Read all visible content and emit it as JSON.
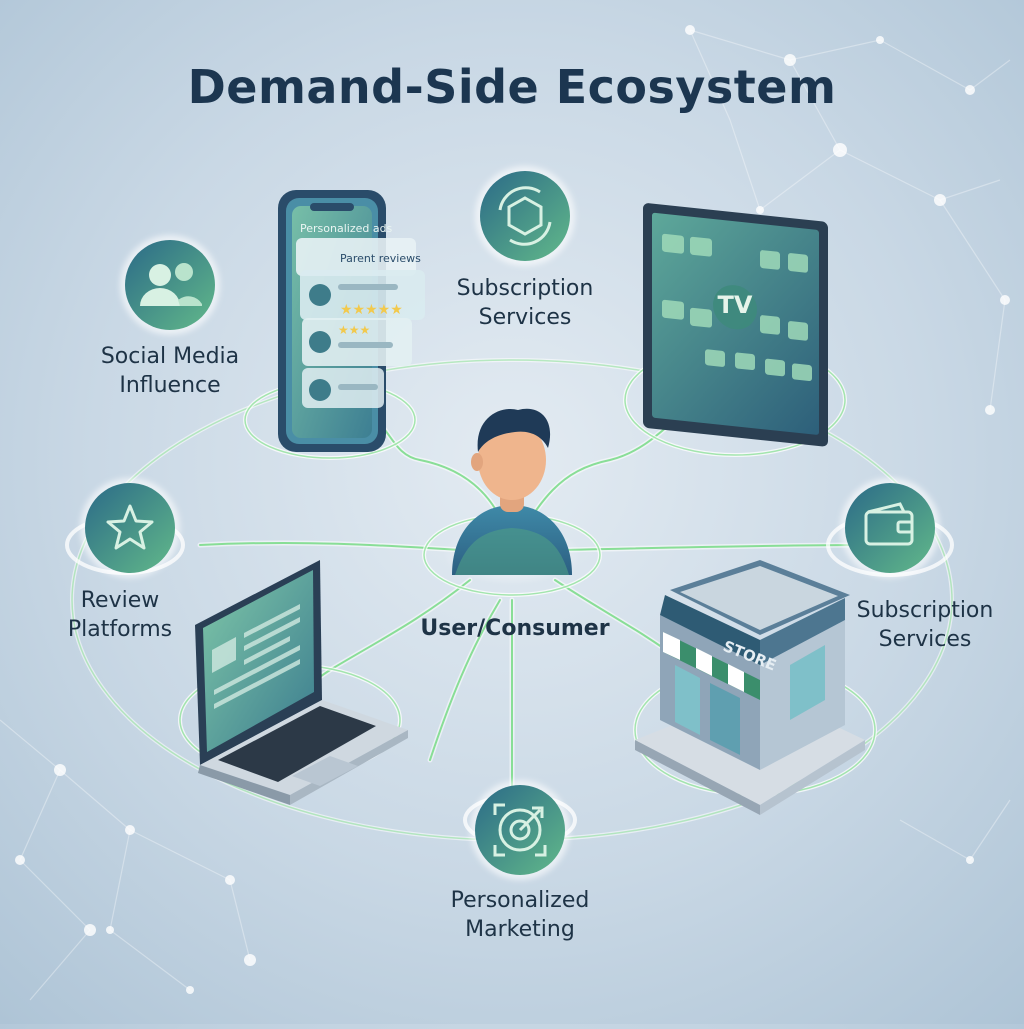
{
  "title": "Demand-Side Ecosystem",
  "center": {
    "label": "User/Consumer"
  },
  "nodes": {
    "social_media": {
      "lines": [
        "Social Media",
        "Influence"
      ],
      "icon": "users-icon"
    },
    "subscription_top": {
      "lines": [
        "Subscription",
        "Services"
      ],
      "icon": "refresh-cycle-icon"
    },
    "review_platforms": {
      "lines": [
        "Review",
        "Platforms"
      ],
      "icon": "star-icon"
    },
    "subscription_right": {
      "lines": [
        "Subscription",
        "Services"
      ],
      "icon": "wallet-icon"
    },
    "personalized_marketing": {
      "lines": [
        "Personalized",
        "Marketing"
      ],
      "icon": "target-icon"
    }
  },
  "phone": {
    "header": "Personalized ads",
    "card_title": "Parent reviews"
  },
  "tv": {
    "badge": "TV"
  },
  "store": {
    "sign": "STORE"
  },
  "colors": {
    "accent_green": "#7ddc8c",
    "icon_dark": "#2e6f86",
    "icon_light": "#5cb08a",
    "title": "#1c3650"
  }
}
